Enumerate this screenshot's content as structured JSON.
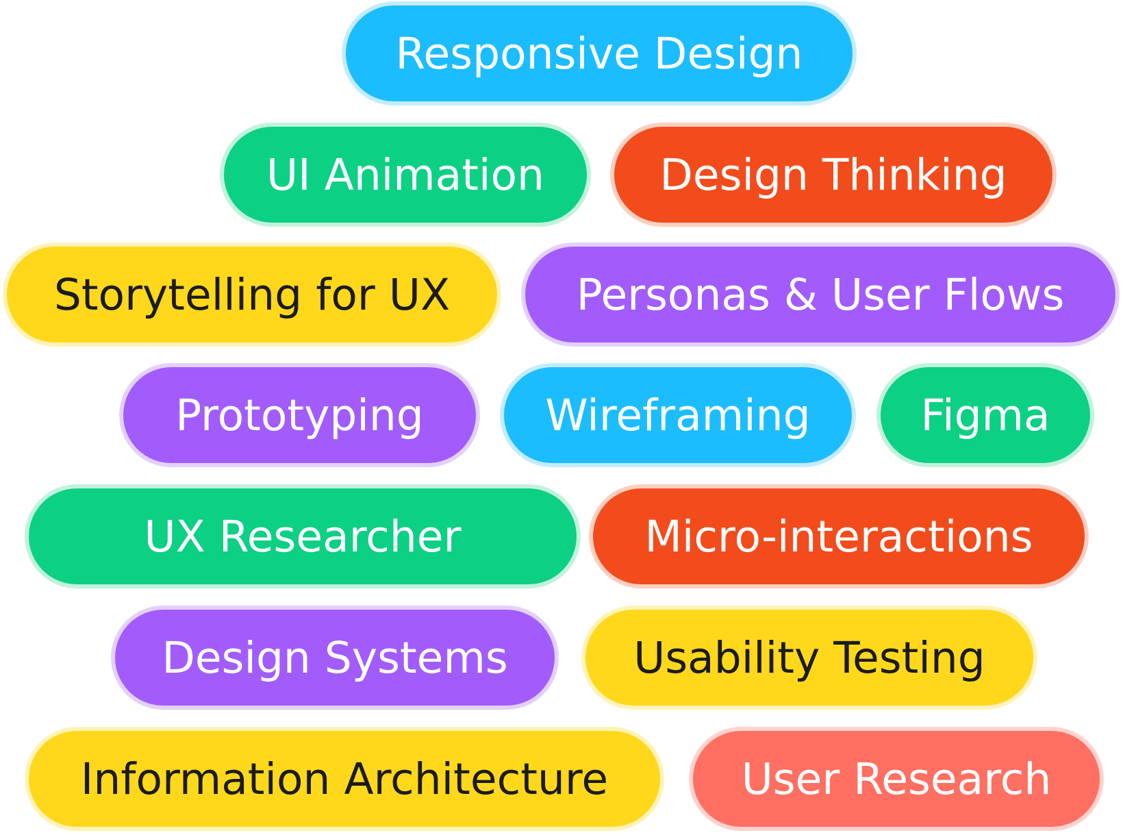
{
  "colors": {
    "blue": "#1bbdff",
    "green": "#0cd084",
    "orange": "#f24c1d",
    "yellow": "#ffd81c",
    "purple": "#a25cfc",
    "coral": "#ff6f62"
  },
  "tags": [
    {
      "label": "Responsive Design",
      "color": "blue"
    },
    {
      "label": "UI Animation",
      "color": "green"
    },
    {
      "label": "Design Thinking",
      "color": "orange"
    },
    {
      "label": "Storytelling for UX",
      "color": "yellow"
    },
    {
      "label": "Personas & User Flows",
      "color": "purple"
    },
    {
      "label": "Prototyping",
      "color": "purple"
    },
    {
      "label": "Wireframing",
      "color": "blue"
    },
    {
      "label": "Figma",
      "color": "green"
    },
    {
      "label": "UX Researcher",
      "color": "green"
    },
    {
      "label": "Micro-interactions",
      "color": "orange"
    },
    {
      "label": "Design Systems",
      "color": "purple"
    },
    {
      "label": "Usability Testing",
      "color": "yellow"
    },
    {
      "label": "Information Architecture",
      "color": "yellow"
    },
    {
      "label": "User Research",
      "color": "coral"
    }
  ]
}
